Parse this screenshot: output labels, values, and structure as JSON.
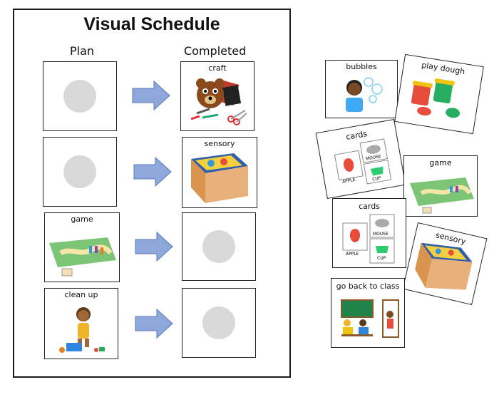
{
  "schedule": {
    "title": "Visual Schedule",
    "plan_heading": "Plan",
    "completed_heading": "Completed",
    "rows": [
      {
        "plan": "",
        "completed": "craft"
      },
      {
        "plan": "",
        "completed": "sensory"
      },
      {
        "plan": "game",
        "completed": ""
      },
      {
        "plan": "clean up",
        "completed": ""
      }
    ]
  },
  "cards": {
    "bubbles": "bubbles",
    "play_dough": "play dough",
    "cards1": "cards",
    "game": "game",
    "cards2": "cards",
    "sensory": "sensory",
    "go_back": "go back to class",
    "words": {
      "apple": "APPLE",
      "mouse": "MOUSE",
      "cup": "CUP"
    }
  },
  "colors": {
    "arrow": "#8fa8dc",
    "slot": "#d9d9d9",
    "board": "#7cc576",
    "path": "#f5e6a8"
  }
}
